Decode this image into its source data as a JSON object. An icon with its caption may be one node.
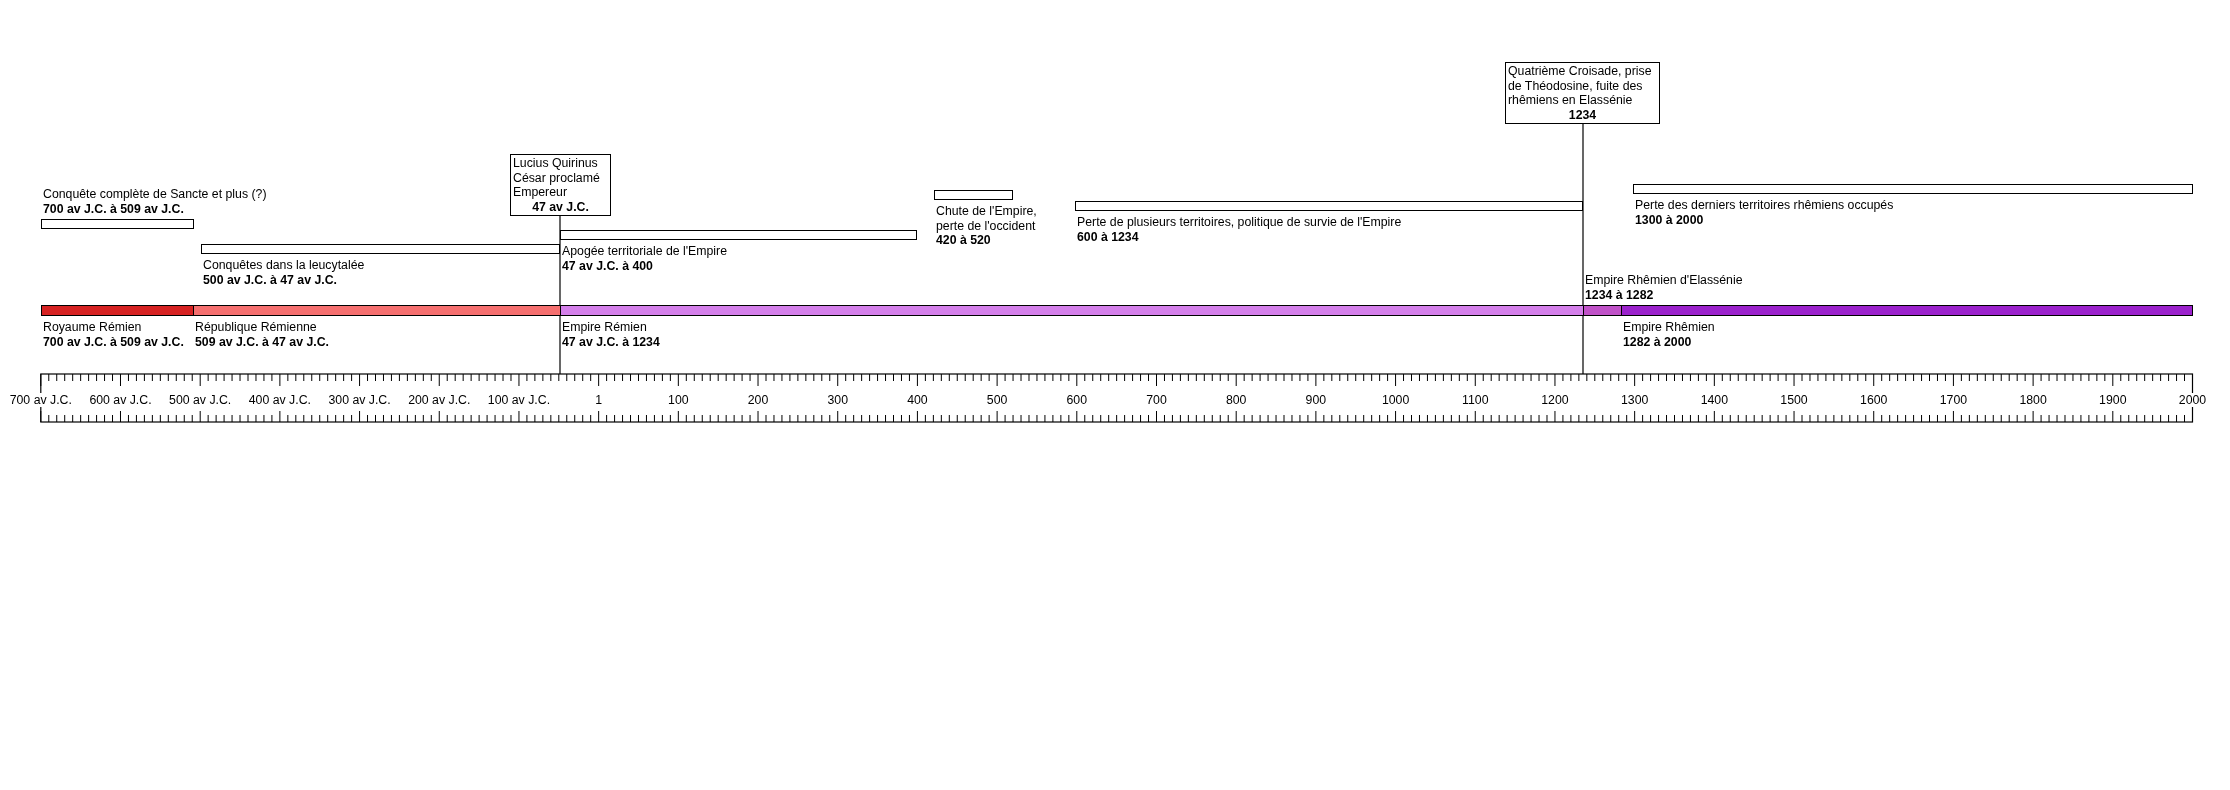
{
  "diagram": {
    "nodes": [
      {
        "text": [
          "Lucius Quirinus César proclamé Empereur",
          "47 av J.C."
        ]
      },
      {
        "text": [
          "Quatrième Croisade, prise de Théodosine, fuite des rhêmiens en Elassénie",
          "1234"
        ]
      },
      {
        "text": [
          "Conquête complète de Sancte et plus (?)",
          "700 av J.C. à 509 av J.C."
        ]
      },
      {
        "text": [
          "Conquêtes dans la leucytalée",
          "500 av J.C. à 47 av J.C."
        ]
      },
      {
        "text": [
          "Apogée territoriale de l'Empire",
          "47 av J.C. à 400"
        ]
      },
      {
        "text": [
          "Chute de l'Empire, perte de l'occident",
          "420 à 520"
        ]
      },
      {
        "text": [
          "Perte de plusieurs territoires, politique de survie de l'Empire",
          "600 à 1234"
        ]
      },
      {
        "text": [
          "Perte des derniers territoires rhêmiens occupés",
          "1300 à 2000"
        ]
      },
      {
        "text": [
          "Royaume Rémien",
          "700 av J.C. à 509 av J.C."
        ]
      },
      {
        "text": [
          "République Rémienne",
          "509 av J.C. à 47 av J.C."
        ]
      },
      {
        "text": [
          "Empire Rémien",
          "47 av J.C. à 1234"
        ]
      },
      {
        "text": [
          "Empire Rhêmien d'Elassénie",
          "1234 à 1282"
        ]
      },
      {
        "text": [
          "Empire Rhêmien",
          "1282 à 2000"
        ]
      }
    ],
    "edges": [
      {
        "from": 0,
        "to": null,
        "arrow": "none"
      },
      {
        "from": 1,
        "to": null,
        "arrow": "none"
      }
    ],
    "labels": [
      "700 av J.C.",
      "600 av J.C.",
      "500 av J.C.",
      "400 av J.C.",
      "300 av J.C.",
      "200 av J.C.",
      "100 av J.C.",
      "1",
      "100",
      "200",
      "300",
      "400",
      "500",
      "600",
      "700",
      "800",
      "900",
      "1000",
      "1100",
      "1200",
      "1300",
      "1400",
      "1500",
      "1600",
      "1700",
      "1800",
      "1900",
      "2000"
    ]
  }
}
